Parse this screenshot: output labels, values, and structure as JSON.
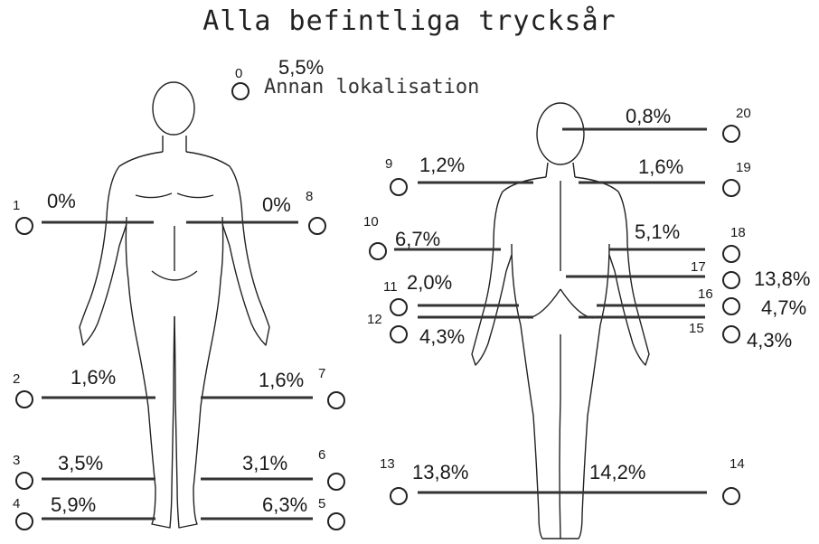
{
  "title": "Alla befintliga trycksår",
  "other": {
    "number": "0",
    "percent": "5,5%",
    "label": "Annan lokalisation"
  },
  "colors": {
    "line": "#333333",
    "figure": "#222222",
    "text": "#1a1a1a"
  },
  "sites": [
    {
      "id": "1",
      "percent": "0%"
    },
    {
      "id": "2",
      "percent": "1,6%"
    },
    {
      "id": "3",
      "percent": "3,5%"
    },
    {
      "id": "4",
      "percent": "5,9%"
    },
    {
      "id": "5",
      "percent": "6,3%"
    },
    {
      "id": "6",
      "percent": "3,1%"
    },
    {
      "id": "7",
      "percent": "1,6%"
    },
    {
      "id": "8",
      "percent": "0%"
    },
    {
      "id": "9",
      "percent": "1,2%"
    },
    {
      "id": "10",
      "percent": "6,7%"
    },
    {
      "id": "11",
      "percent": "2,0%"
    },
    {
      "id": "12",
      "percent": "4,3%"
    },
    {
      "id": "13",
      "percent": "13,8%"
    },
    {
      "id": "14",
      "percent": "14,2%"
    },
    {
      "id": "15",
      "percent": "4,3%"
    },
    {
      "id": "16",
      "percent": "4,7%"
    },
    {
      "id": "17",
      "percent": "13,8%"
    },
    {
      "id": "18",
      "percent": "5,1%"
    },
    {
      "id": "19",
      "percent": "1,6%"
    },
    {
      "id": "20",
      "percent": "0,8%"
    }
  ]
}
